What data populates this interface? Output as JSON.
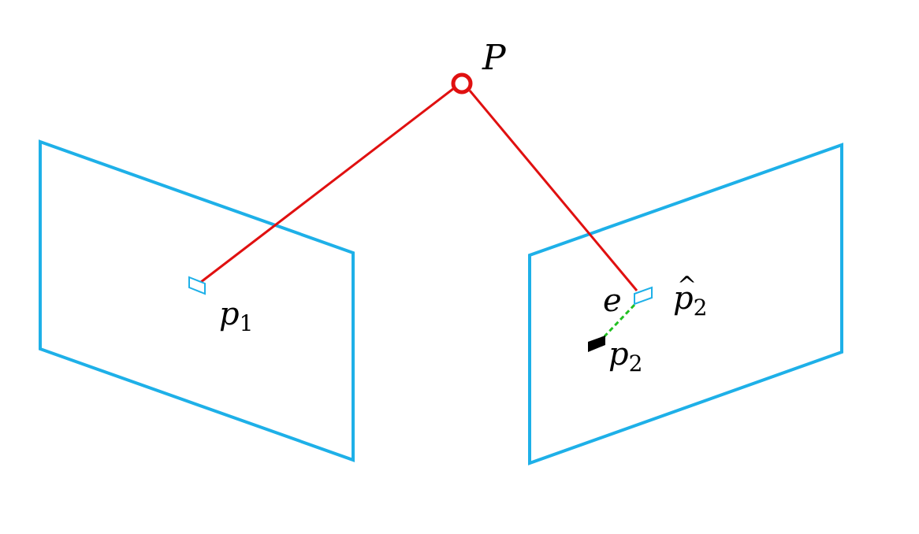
{
  "colors": {
    "image_plane": "#1eb0e8",
    "projection_ray": "#e01010",
    "world_point": "#e01010",
    "error_line": "#22c022",
    "observed_point": "#000000",
    "text": "#000000"
  },
  "labels": {
    "world_point": "P",
    "p1": {
      "base": "p",
      "sub": "1"
    },
    "p2_hat": {
      "base": "p",
      "hat": "^",
      "sub": "2"
    },
    "p2": {
      "base": "p",
      "sub": "2"
    },
    "error": "e"
  }
}
